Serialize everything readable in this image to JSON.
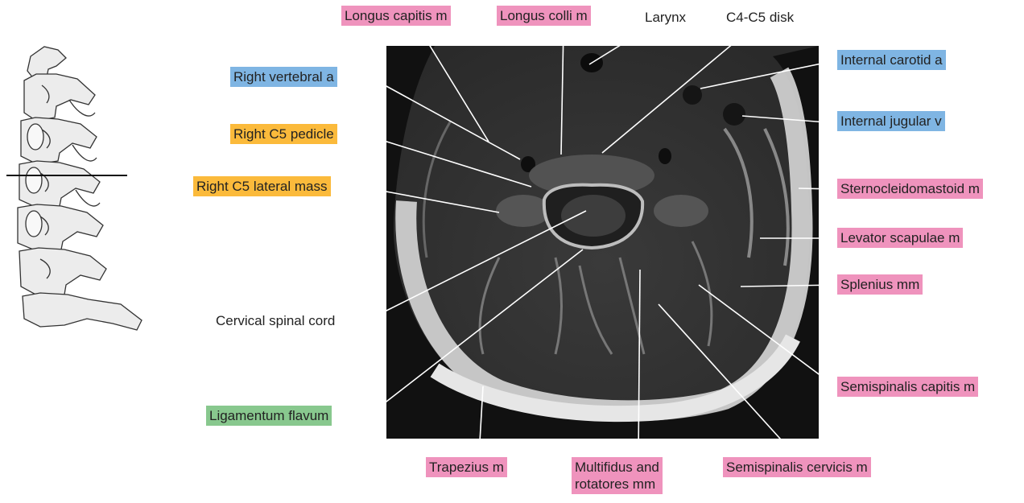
{
  "colors": {
    "pink": "#ef93bd",
    "blue": "#7fb5e3",
    "orange": "#fbba3b",
    "green": "#88c88e",
    "none": "transparent",
    "leader": "#ffffff"
  },
  "icons": {
    "spine_sketch": "cervical-spine-sagittal-icon",
    "section_line": "axial-level-line"
  },
  "labels": [
    {
      "id": "longus-capitis",
      "text": "Longus capitis m",
      "color": "pink"
    },
    {
      "id": "longus-colli",
      "text": "Longus colli m",
      "color": "pink"
    },
    {
      "id": "larynx",
      "text": "Larynx",
      "color": "none"
    },
    {
      "id": "c4-c5-disk",
      "text": "C4-C5 disk",
      "color": "none"
    },
    {
      "id": "internal-carotid",
      "text": "Internal carotid a",
      "color": "blue"
    },
    {
      "id": "internal-jugular",
      "text": "Internal jugular v",
      "color": "blue"
    },
    {
      "id": "right-vertebral",
      "text": "Right vertebral a",
      "color": "blue"
    },
    {
      "id": "right-c5-pedicle",
      "text": "Right C5 pedicle",
      "color": "orange"
    },
    {
      "id": "right-c5-lateral-mass",
      "text": "Right C5 lateral mass",
      "color": "orange"
    },
    {
      "id": "sternocleidomastoid",
      "text": "Sternocleidomastoid m",
      "color": "pink"
    },
    {
      "id": "levator-scapulae",
      "text": "Levator scapulae m",
      "color": "pink"
    },
    {
      "id": "splenius",
      "text": "Splenius mm",
      "color": "pink"
    },
    {
      "id": "cervical-spinal-cord",
      "text": "Cervical spinal cord",
      "color": "none"
    },
    {
      "id": "semispinalis-capitis",
      "text": "Semispinalis capitis m",
      "color": "pink"
    },
    {
      "id": "ligamentum-flavum",
      "text": "Ligamentum flavum",
      "color": "green"
    },
    {
      "id": "trapezius",
      "text": "Trapezius m",
      "color": "pink"
    },
    {
      "id": "multifidus",
      "text": "Multifidus and\nrotatores mm",
      "color": "pink"
    },
    {
      "id": "semispinalis-cervicis",
      "text": "Semispinalis cervicis m",
      "color": "pink"
    }
  ]
}
